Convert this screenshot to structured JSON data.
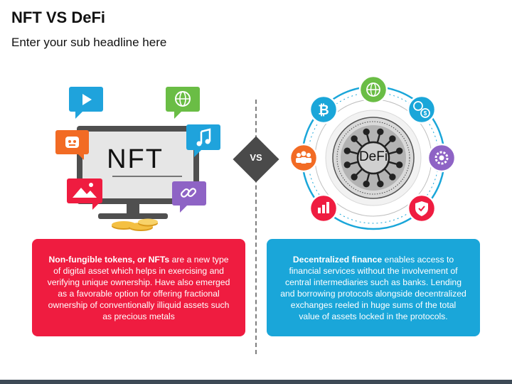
{
  "slide": {
    "title": "NFT VS DeFi",
    "subtitle": "Enter your sub headline here",
    "vs_label": "VS"
  },
  "nft": {
    "monitor_label": "NFT",
    "description_bold": "Non-fungible tokens, or NFTs",
    "description_rest": " are a new type of digital asset which helps in exercising and verifying unique ownership. Have also emerged as a favorable option for offering fractional ownership of conventionally illiquid assets such as precious metals",
    "colors": {
      "box": "#ef1c40"
    },
    "icons": [
      "play-icon",
      "globe-icon",
      "robot-icon",
      "music-note-icon",
      "image-icon",
      "link-icon",
      "coins-icon"
    ]
  },
  "defi": {
    "center_label": "DeFi",
    "description_bold": "Decentralized finance",
    "description_rest": " enables access to financial services without the involvement of central intermediaries such as banks. Lending and borrowing protocols alongside decentralized exchanges reeled in huge sums of the total value of assets locked in the protocols.",
    "colors": {
      "box": "#1aa6d9"
    },
    "icons": [
      "globe-icon",
      "bitcoin-icon",
      "currency-exchange-icon",
      "people-icon",
      "settings-icon",
      "bar-chart-icon",
      "shield-icon"
    ]
  }
}
